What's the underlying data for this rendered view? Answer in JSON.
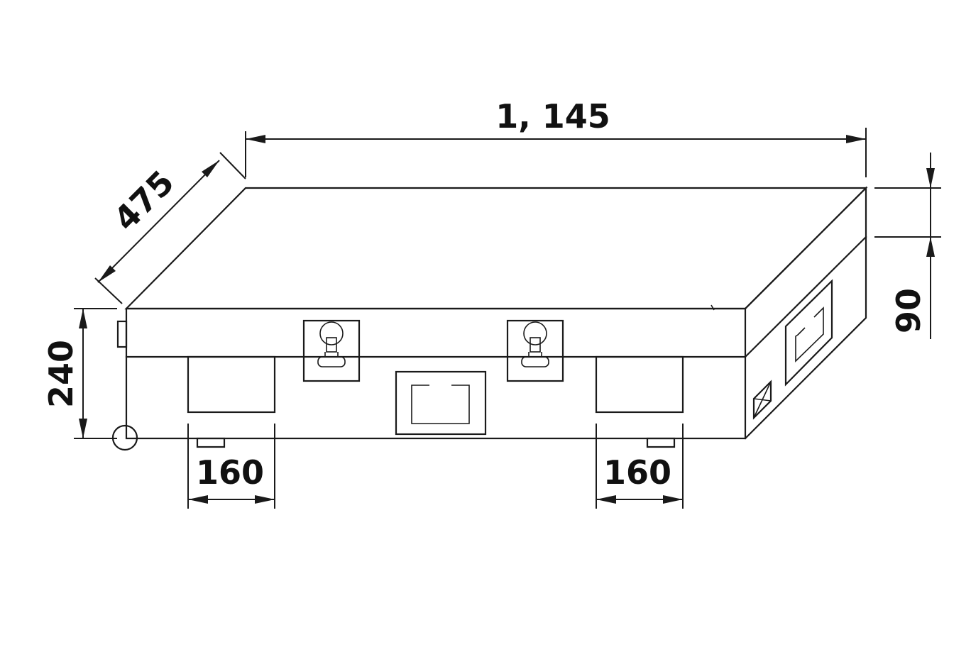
{
  "dimensions": {
    "length": "1, 145",
    "depth": "475",
    "height": "240",
    "lid_height": "90",
    "wheel_left": "160",
    "wheel_right": "160"
  },
  "colors": {
    "line": "#1a1a1a",
    "background": "#ffffff"
  }
}
